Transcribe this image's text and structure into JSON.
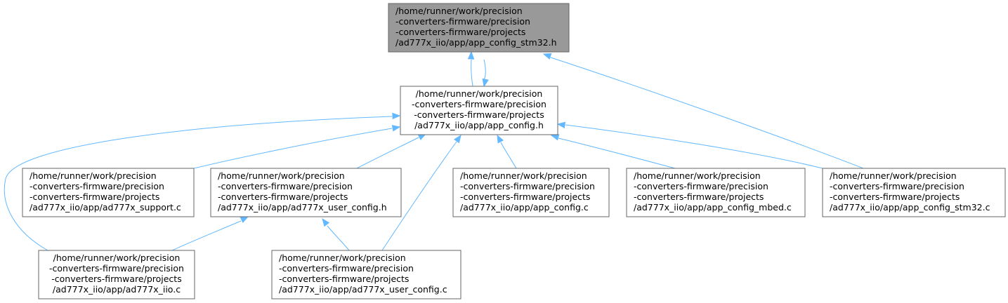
{
  "colors": {
    "root_fill": "#999999",
    "node_fill": "#ffffff",
    "border": "#666666",
    "edge": "#63b8ff"
  },
  "nodes": [
    {
      "id": "root",
      "highlighted": true,
      "lines": [
        "/home/runner/work/precision",
        "-converters-firmware/precision",
        "-converters-firmware/projects",
        "/ad777x_iio/app/app_config_stm32.h"
      ]
    },
    {
      "id": "app_config_h",
      "lines": [
        "/home/runner/work/precision",
        "-converters-firmware/precision",
        "-converters-firmware/projects",
        "/ad777x_iio/app/app_config.h"
      ]
    },
    {
      "id": "ad777x_support_c",
      "lines": [
        "/home/runner/work/precision",
        "-converters-firmware/precision",
        "-converters-firmware/projects",
        "/ad777x_iio/app/ad777x_support.c"
      ]
    },
    {
      "id": "ad777x_user_config_h",
      "lines": [
        "/home/runner/work/precision",
        "-converters-firmware/precision",
        "-converters-firmware/projects",
        "/ad777x_iio/app/ad777x_user_config.h"
      ]
    },
    {
      "id": "app_config_c",
      "lines": [
        "/home/runner/work/precision",
        "-converters-firmware/precision",
        "-converters-firmware/projects",
        "/ad777x_iio/app/app_config.c"
      ]
    },
    {
      "id": "app_config_mbed_c",
      "lines": [
        "/home/runner/work/precision",
        "-converters-firmware/precision",
        "-converters-firmware/projects",
        "/ad777x_iio/app/app_config_mbed.c"
      ]
    },
    {
      "id": "app_config_stm32_c",
      "lines": [
        "/home/runner/work/precision",
        "-converters-firmware/precision",
        "-converters-firmware/projects",
        "/ad777x_iio/app/app_config_stm32.c"
      ]
    },
    {
      "id": "ad777x_iio_c",
      "lines": [
        "/home/runner/work/precision",
        "-converters-firmware/precision",
        "-converters-firmware/projects",
        "/ad777x_iio/app/ad777x_iio.c"
      ]
    },
    {
      "id": "ad777x_user_config_c",
      "lines": [
        "/home/runner/work/precision",
        "-converters-firmware/precision",
        "-converters-firmware/projects",
        "/ad777x_iio/app/ad777x_user_config.c"
      ]
    }
  ],
  "edges": [
    {
      "from": "app_config_h",
      "to": "root"
    },
    {
      "from": "root",
      "to": "app_config_h"
    },
    {
      "from": "app_config_stm32_c",
      "to": "root"
    },
    {
      "from": "ad777x_iio_c",
      "to": "app_config_h"
    },
    {
      "from": "ad777x_support_c",
      "to": "app_config_h"
    },
    {
      "from": "ad777x_user_config_h",
      "to": "app_config_h"
    },
    {
      "from": "ad777x_user_config_c",
      "to": "app_config_h"
    },
    {
      "from": "app_config_c",
      "to": "app_config_h"
    },
    {
      "from": "app_config_mbed_c",
      "to": "app_config_h"
    },
    {
      "from": "app_config_stm32_c",
      "to": "app_config_h"
    },
    {
      "from": "ad777x_iio_c",
      "to": "ad777x_user_config_h"
    },
    {
      "from": "ad777x_user_config_c",
      "to": "ad777x_user_config_h"
    }
  ]
}
